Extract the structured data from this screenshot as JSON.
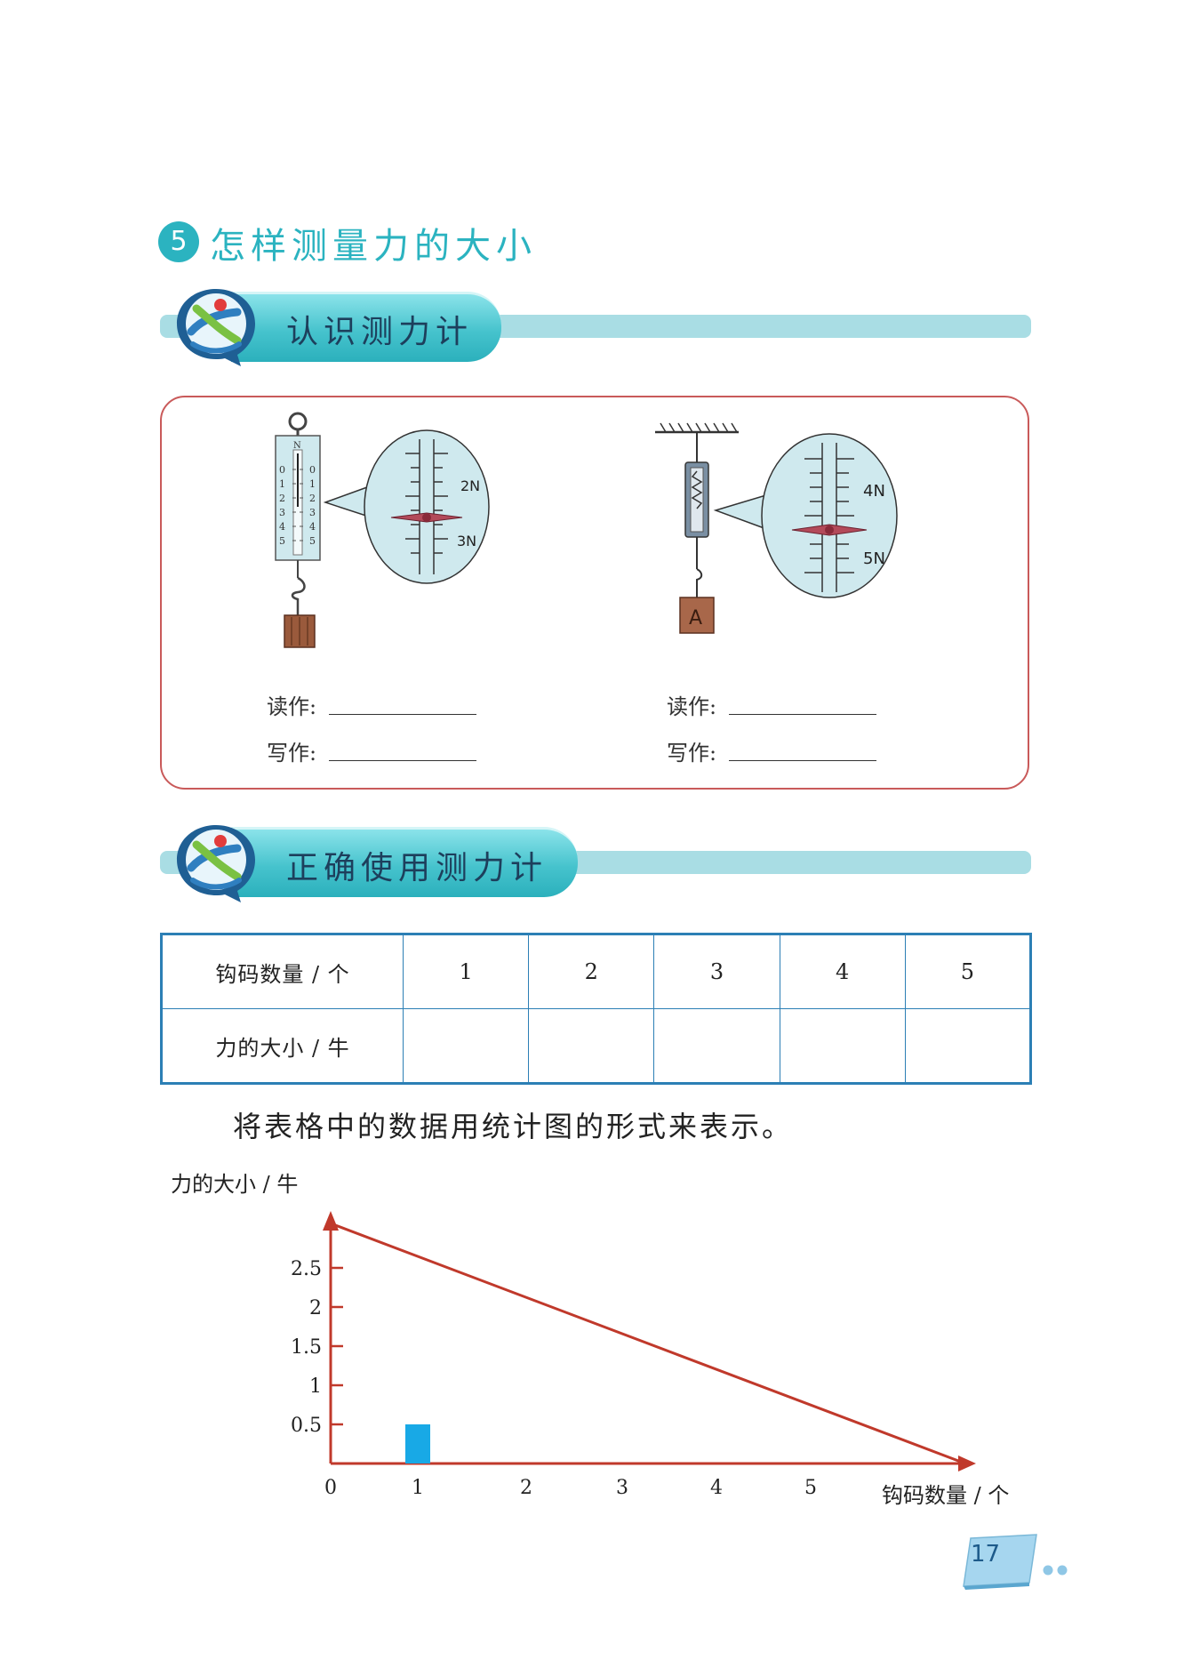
{
  "lesson": {
    "number": "5",
    "title": "怎样测量力的大小"
  },
  "section1": {
    "title": "认识测力计"
  },
  "scale1": {
    "unit_top": "N",
    "left_numbers": [
      "0",
      "1",
      "2",
      "3",
      "4",
      "5"
    ],
    "right_numbers": [
      "0",
      "1",
      "2",
      "3",
      "4",
      "5"
    ],
    "callout_upper": "2N",
    "callout_lower": "3N"
  },
  "scale2": {
    "block_label": "A",
    "callout_upper": "4N",
    "callout_lower": "5N"
  },
  "answers": {
    "read_label": "读作:",
    "write_label": "写作:"
  },
  "section2": {
    "title": "正确使用测力计"
  },
  "table": {
    "row1_header": "钩码数量 / 个",
    "row1_values": [
      "1",
      "2",
      "3",
      "4",
      "5"
    ],
    "row2_header": "力的大小 / 牛",
    "row2_values": [
      "",
      "",
      "",
      "",
      ""
    ]
  },
  "instruction": "将表格中的数据用统计图的形式来表示。",
  "chart_data": {
    "type": "bar",
    "ylabel": "力的大小 / 牛",
    "xlabel": "钩码数量 / 个",
    "y_ticks": [
      "0.5",
      "1",
      "1.5",
      "2",
      "2.5"
    ],
    "x_ticks": [
      "0",
      "1",
      "2",
      "3",
      "4",
      "5"
    ],
    "categories": [
      "1"
    ],
    "values": [
      0.5
    ],
    "ylim": [
      0,
      3
    ],
    "axis_color": "#c0392b",
    "bar_color": "#18a9e6"
  },
  "page_number": "17"
}
